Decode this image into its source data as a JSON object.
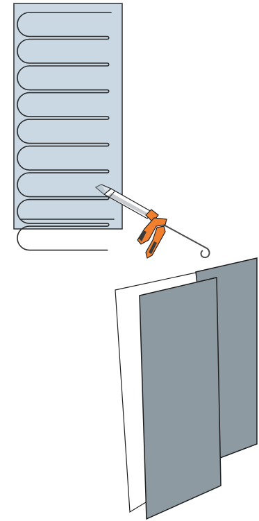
{
  "diagram": {
    "type": "installation-illustration",
    "panel": {
      "icon": "adhesive-bead-panel",
      "bead_rows": 9,
      "fill_color": "#C9D8E3",
      "stroke_color": "#2B2B2B"
    },
    "tool": {
      "icon": "caulking-gun-icon",
      "body_color": "#FFFFFF",
      "handle_color": "#F07F2E",
      "nozzle_color": "#DCE3E8"
    },
    "boards": {
      "icon": "board-stack",
      "back_board_color": "#8E9AA2",
      "middle_sheet_color": "#FFFFFF",
      "front_board_color": "#8E9AA2",
      "stroke_color": "#1E1E1E"
    }
  }
}
